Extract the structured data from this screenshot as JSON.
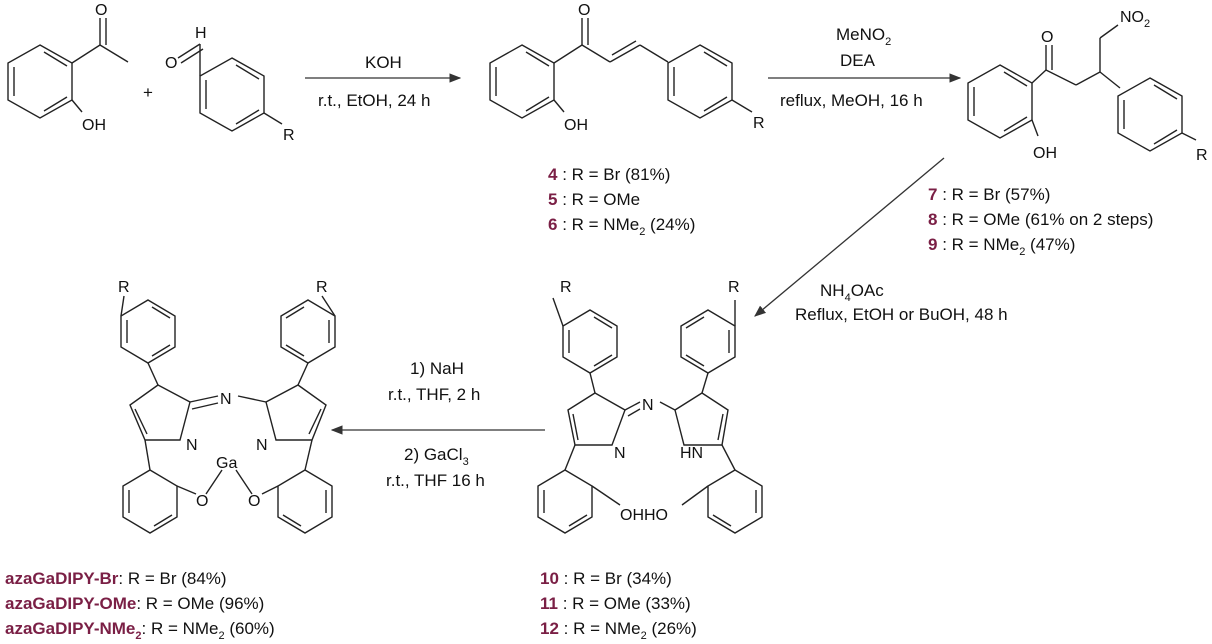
{
  "reaction_conditions": {
    "step1": {
      "reagent": "KOH",
      "conditions": "r.t., EtOH, 24 h"
    },
    "step2": {
      "reagent1": "MeNO",
      "reagent1_sub": "2",
      "reagent2": "DEA",
      "conditions": "reflux, MeOH, 16 h"
    },
    "step3": {
      "reagent": "NH",
      "reagent_sub": "4",
      "reagent_tail": "OAc",
      "conditions": "Reflux, EtOH or BuOH, 48 h"
    },
    "step4": {
      "line1": "1) NaH",
      "line2": "r.t., THF, 2 h",
      "line3": "2) GaCl",
      "line3_sub": "3",
      "line4": "r.t., THF 16 h"
    }
  },
  "compounds": {
    "chalcones": [
      {
        "id": "4",
        "sep": " : R = Br (81%)"
      },
      {
        "id": "5",
        "sep": " : R = OMe"
      },
      {
        "id": "6",
        "sep": " : R = NMe",
        "sub": "2",
        "tail": " (24%)"
      }
    ],
    "nitro": [
      {
        "id": "7",
        "sep": " : R = Br (57%)"
      },
      {
        "id": "8",
        "sep": " : R = OMe (61% on 2 steps)"
      },
      {
        "id": "9",
        "sep": " : R = NMe",
        "sub": "2",
        "tail": " (47%)"
      }
    ],
    "azadipyrromethenes": [
      {
        "id": "10",
        "sep": " : R = Br (34%)"
      },
      {
        "id": "11",
        "sep": " : R = OMe (33%)"
      },
      {
        "id": "12",
        "sep": " : R = NMe",
        "sub": "2",
        "tail": " (26%)"
      }
    ],
    "gallium_complexes": [
      {
        "id": "azaGaDIPY-Br",
        "sep": ": R = Br (84%)"
      },
      {
        "id": "azaGaDIPY-OMe",
        "sep": ": R = OMe (96%)"
      },
      {
        "id": "azaGaDIPY-NMe",
        "id_sub": "2",
        "sep": ": R = NMe",
        "sub": "2",
        "tail": " (60%)"
      }
    ]
  },
  "atoms": {
    "O": "O",
    "H": "H",
    "OH": "OH",
    "R": "R",
    "N": "N",
    "HN": "HN",
    "Ga": "Ga",
    "NO2": "NO",
    "NO2_sub": "2",
    "plus": "+",
    "OHHO": "OHHO"
  }
}
